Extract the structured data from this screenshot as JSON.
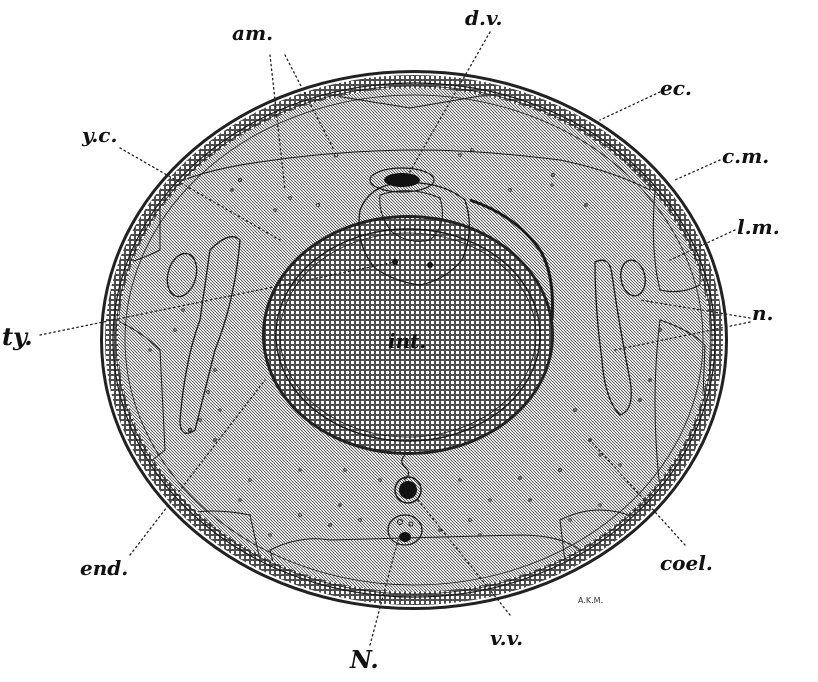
{
  "figure": {
    "labels": {
      "am": "am.",
      "dv": "d.v.",
      "ec": "ec.",
      "yc": "y.c.",
      "cm": "c.m.",
      "lm": "l.m.",
      "ty": "ty.",
      "n": "n.",
      "int": "int.",
      "end": "end.",
      "coel": "coel.",
      "N": "N.",
      "vv": "v.v."
    },
    "artist_initials": "A.K.M."
  }
}
